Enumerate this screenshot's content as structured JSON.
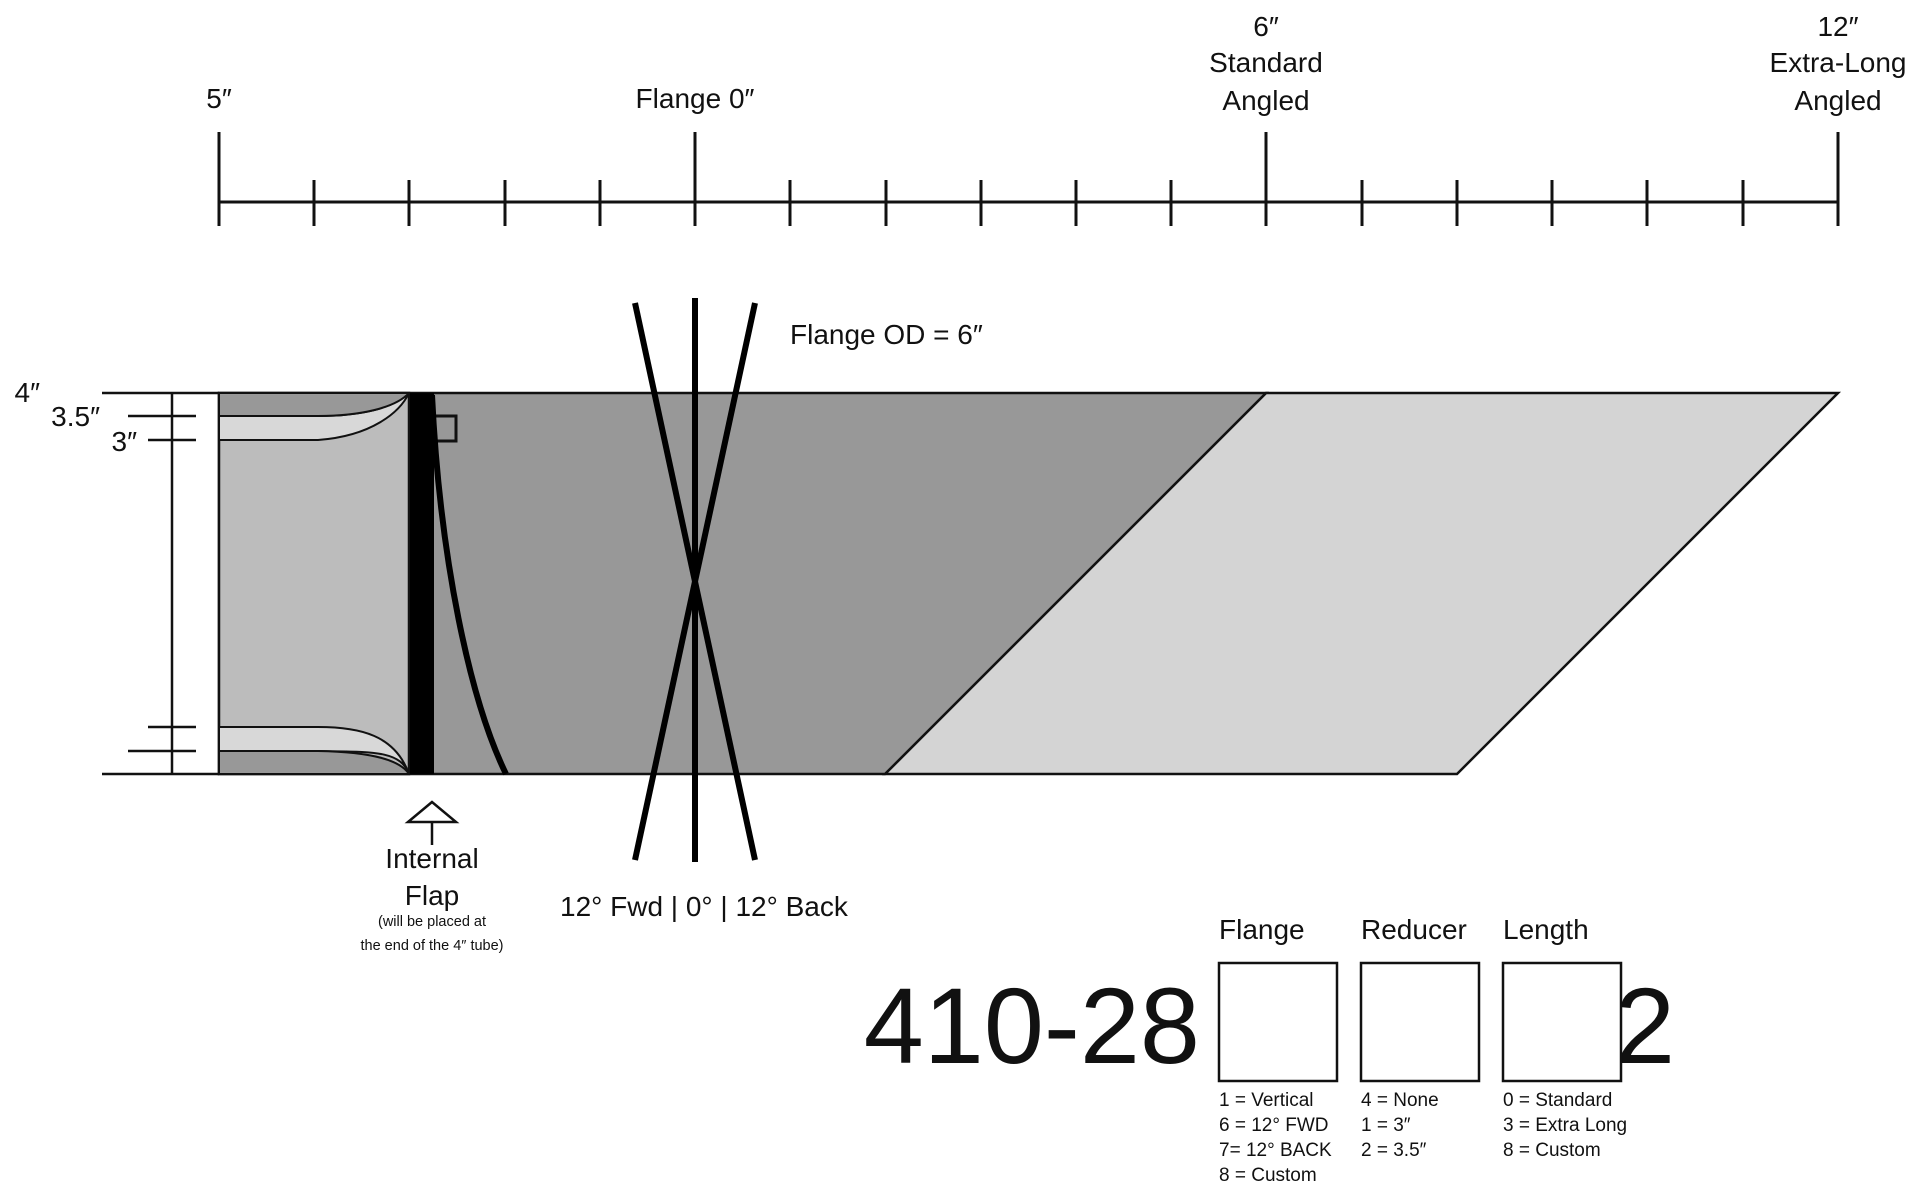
{
  "scale": {
    "ticks": [
      {
        "label_lines": [
          "5″"
        ]
      },
      {
        "label_lines": [
          "Flange 0″"
        ]
      },
      {
        "label_lines": [
          "6″",
          "Standard",
          "Angled"
        ]
      },
      {
        "label_lines": [
          "12″",
          "Extra-Long",
          "Angled"
        ]
      }
    ]
  },
  "dimensions": {
    "d4": "4″",
    "d35": "3.5″",
    "d3": "3″"
  },
  "flange": {
    "od_label": "Flange OD = 6″",
    "angles_label": "12° Fwd | 0° | 12° Back"
  },
  "flap": {
    "title_line1": "Internal",
    "title_line2": "Flap",
    "note_line1": "(will be placed at",
    "note_line2": "the end of the 4″ tube)"
  },
  "part_number": {
    "prefix": "410-28",
    "suffix": "2",
    "boxes": [
      {
        "title": "Flange",
        "options": [
          "1 = Vertical",
          "6 = 12° FWD",
          "7= 12° BACK",
          "8 = Custom"
        ]
      },
      {
        "title": "Reducer",
        "options": [
          "4 = None",
          "1 = 3″",
          "2 = 3.5″"
        ]
      },
      {
        "title": "Length",
        "options": [
          "0 = Standard",
          "3 = Extra Long",
          "8 = Custom"
        ]
      }
    ]
  },
  "colors": {
    "dark_tube": "#989898",
    "light_tube": "#d4d4d4",
    "reducer": "#bcbcbc",
    "insert": "#d8d8d8",
    "line": "#111111"
  }
}
